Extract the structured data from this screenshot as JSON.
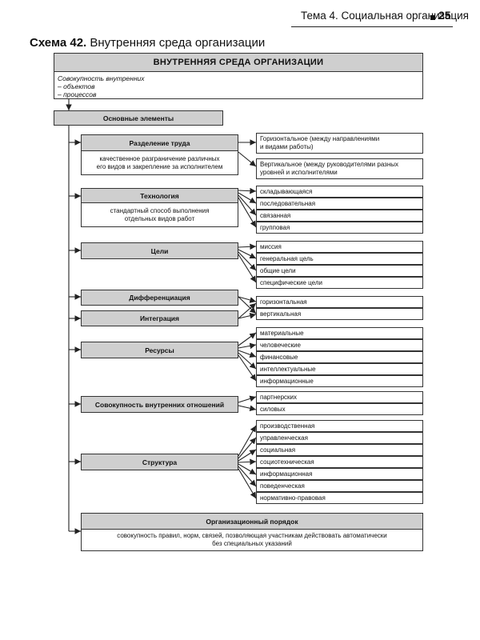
{
  "header": {
    "running_title": "Тема 4. Социальная организация",
    "page_number": "25"
  },
  "caption": {
    "number": "Схема 42.",
    "title": "Внутренняя среда организации"
  },
  "top": {
    "title": "ВНУТРЕННЯЯ СРЕДА ОРГАНИЗАЦИИ",
    "desc_lines": [
      "Совокупность внутренних",
      "– объектов",
      "– процессов"
    ]
  },
  "root": "Основные элементы",
  "groups": {
    "labor": {
      "title": "Разделение труда",
      "desc_lines": [
        "качественное разграничение различных",
        "его видов и закрепление за исполнителем"
      ],
      "leaves": [
        [
          "Горизонтальное (между направлениями",
          "и видами работы)"
        ],
        [
          "Вертикальное (между руководителями разных",
          "уровней и исполнителями"
        ]
      ]
    },
    "tech": {
      "title": "Технология",
      "desc_lines": [
        "стандартный способ выполнения",
        "отдельных видов работ"
      ],
      "leaves": [
        "складывающаяся",
        "последовательная",
        "связанная",
        "групповая"
      ]
    },
    "goals": {
      "title": "Цели",
      "leaves": [
        "миссия",
        "генеральная цель",
        "общие цели",
        "специфические цели"
      ]
    },
    "diff": {
      "title": "Дифференциация"
    },
    "integ": {
      "title": "Интеграция"
    },
    "di_leaves": [
      "горизонтальная",
      "вертикальная"
    ],
    "resources": {
      "title": "Ресурсы",
      "leaves": [
        "материальные",
        "человеческие",
        "финансовые",
        "интеллектуальные",
        "информационные"
      ]
    },
    "relations": {
      "title": "Совокупность внутренних отношений",
      "leaves": [
        "партнерских",
        "силовых"
      ]
    },
    "structure": {
      "title": "Структура",
      "leaves": [
        "производственная",
        "управленческая",
        "социальная",
        "социотехническая",
        "информационная",
        "поведенческая",
        "нормативно-правовая"
      ]
    },
    "order": {
      "title": "Организационный порядок",
      "desc_lines": [
        "совокупность правил, норм, связей, позволяющая участникам действовать автоматически",
        "без специальных указаний"
      ]
    }
  }
}
